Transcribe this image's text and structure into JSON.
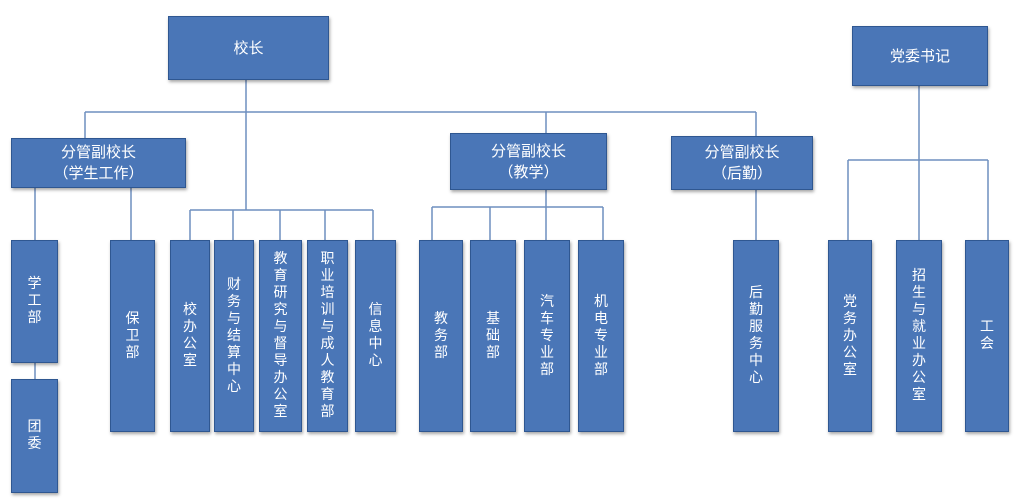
{
  "principal": "校长",
  "party_secretary": "党委书记",
  "vp_student": {
    "line1": "分管副校长",
    "line2": "（学生工作）"
  },
  "vp_teaching": {
    "line1": "分管副校长",
    "line2": "（教学）"
  },
  "vp_logistics": {
    "line1": "分管副校长",
    "line2": "（后勤）"
  },
  "depts": {
    "student_affairs": "学工部",
    "youth_league": "团委",
    "security": "保卫部",
    "principal_office": "校办公室",
    "finance_center": "财务与结算中心",
    "research_office": "教育研究与督导办公室",
    "vocational_dept": "职业培训与成人教育部",
    "info_center": "信息中心",
    "academic_affairs": "教务部",
    "foundation_dept": "基础部",
    "auto_dept": "汽车专业部",
    "electromech_dept": "机电专业部",
    "logistics_center": "后勤服务中心",
    "party_office": "党务办公室",
    "admission_office": "招生与就业办公室",
    "trade_union": "工会"
  }
}
